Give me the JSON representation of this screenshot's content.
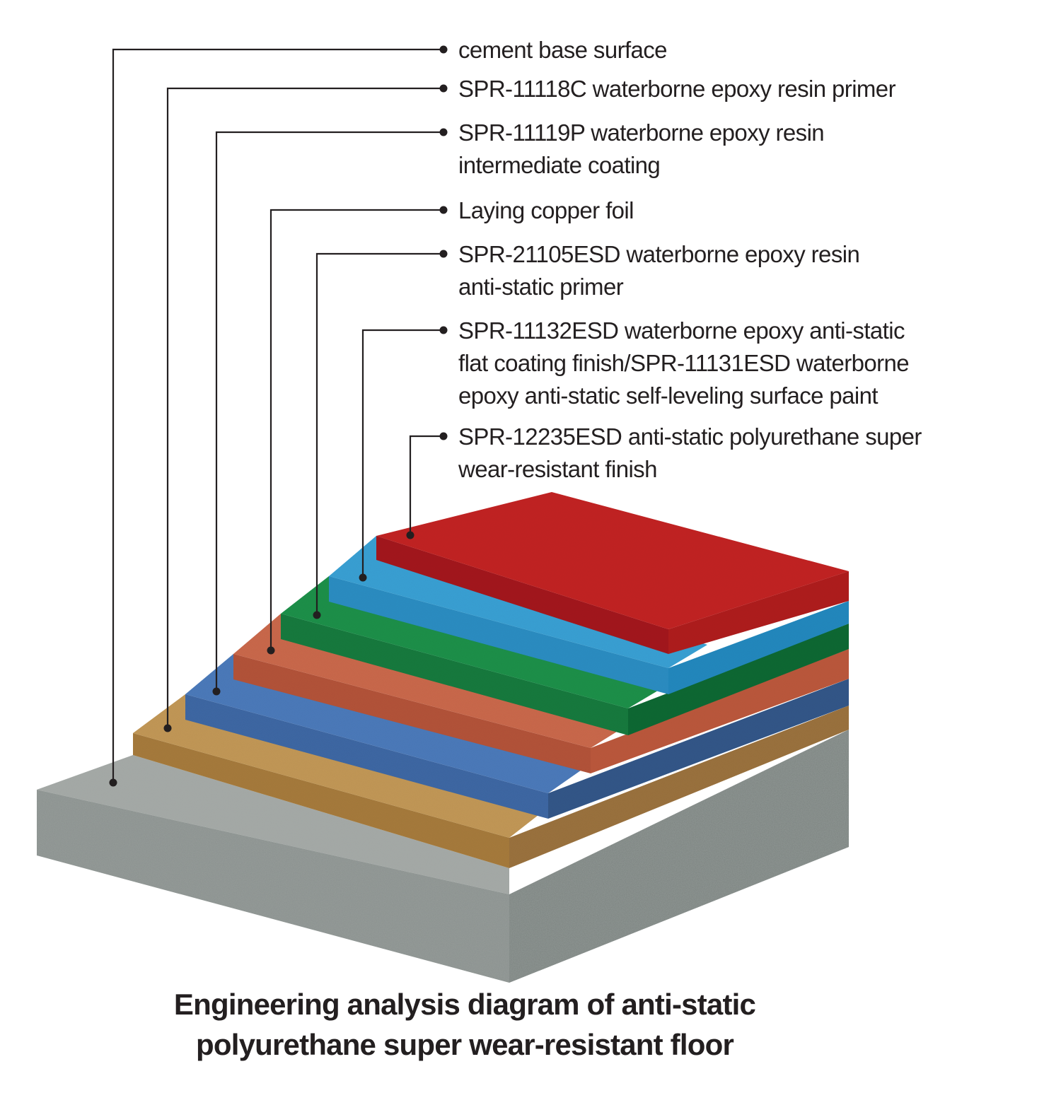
{
  "title": {
    "line1": "Engineering analysis diagram of anti-static",
    "line2": "polyurethane super wear-resistant floor"
  },
  "layers": [
    {
      "key": "cement",
      "lines": [
        "cement base surface"
      ],
      "top_color": "#a4a9a6",
      "front_color": "#8a918e",
      "side_color": "#7c8380"
    },
    {
      "key": "primer",
      "lines": [
        "SPR-11118C waterborne epoxy resin primer"
      ],
      "top_color": "#c49a58",
      "front_color": "#a87d3e",
      "side_color": "#9c7340"
    },
    {
      "key": "intermediate",
      "lines": [
        "SPR-11119P waterborne epoxy resin",
        "intermediate coating"
      ],
      "top_color": "#4e7cbc",
      "front_color": "#3f69a6",
      "side_color": "#34598a"
    },
    {
      "key": "copper",
      "lines": [
        "Laying copper foil"
      ],
      "top_color": "#cc6a4e",
      "front_color": "#b5543b",
      "side_color": "#bd5a3c"
    },
    {
      "key": "esd-primer",
      "lines": [
        "SPR-21105ESD waterborne epoxy resin",
        "anti-static primer"
      ],
      "top_color": "#22924c",
      "front_color": "#1c7c3f",
      "side_color": "#166a36"
    },
    {
      "key": "esd-finish",
      "lines": [
        "SPR-11132ESD waterborne epoxy anti-static",
        "flat coating finish/SPR-11131ESD waterborne",
        "epoxy anti-static self-leveling surface paint"
      ],
      "top_color": "#3aa2d6",
      "front_color": "#2d8fc4",
      "side_color": "#278ac0"
    },
    {
      "key": "pu-finish",
      "lines": [
        "SPR-12235ESD anti-static polyurethane super",
        "wear-resistant finish"
      ],
      "top_color": "#c42828",
      "front_color": "#a51e22",
      "side_color": "#b12323"
    }
  ]
}
